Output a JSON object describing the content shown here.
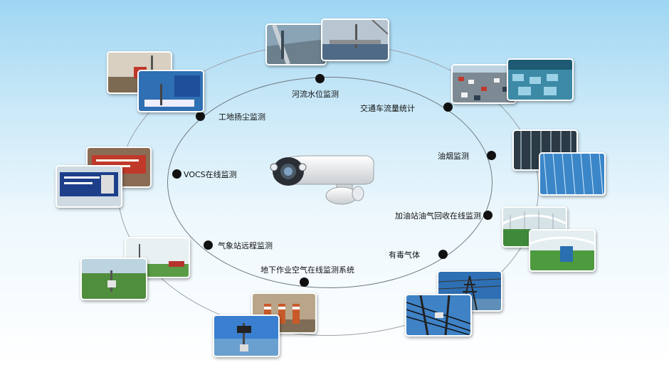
{
  "center": {
    "icon": "surveillance-camera-icon"
  },
  "items": [
    {
      "id": "river",
      "label": "河流水位监测",
      "icon": "river-level-photo"
    },
    {
      "id": "traffic",
      "label": "交通车流量统计",
      "icon": "traffic-photo"
    },
    {
      "id": "fume",
      "label": "油烟监测",
      "icon": "oil-fume-photo"
    },
    {
      "id": "gas-station",
      "label": "加油站油气回收在线监测",
      "icon": "greenhouse-photo"
    },
    {
      "id": "toxic",
      "label": "有毒气体",
      "icon": "power-line-photo"
    },
    {
      "id": "underground",
      "label": "地下作业空气在线监测系统",
      "icon": "underground-station-photo"
    },
    {
      "id": "weather",
      "label": "气象站远程监测",
      "icon": "weather-station-photo"
    },
    {
      "id": "vocs",
      "label": "VOCS在线监测",
      "icon": "vocs-display-photo"
    },
    {
      "id": "dust",
      "label": "工地扬尘监测",
      "icon": "construction-dust-photo"
    }
  ]
}
